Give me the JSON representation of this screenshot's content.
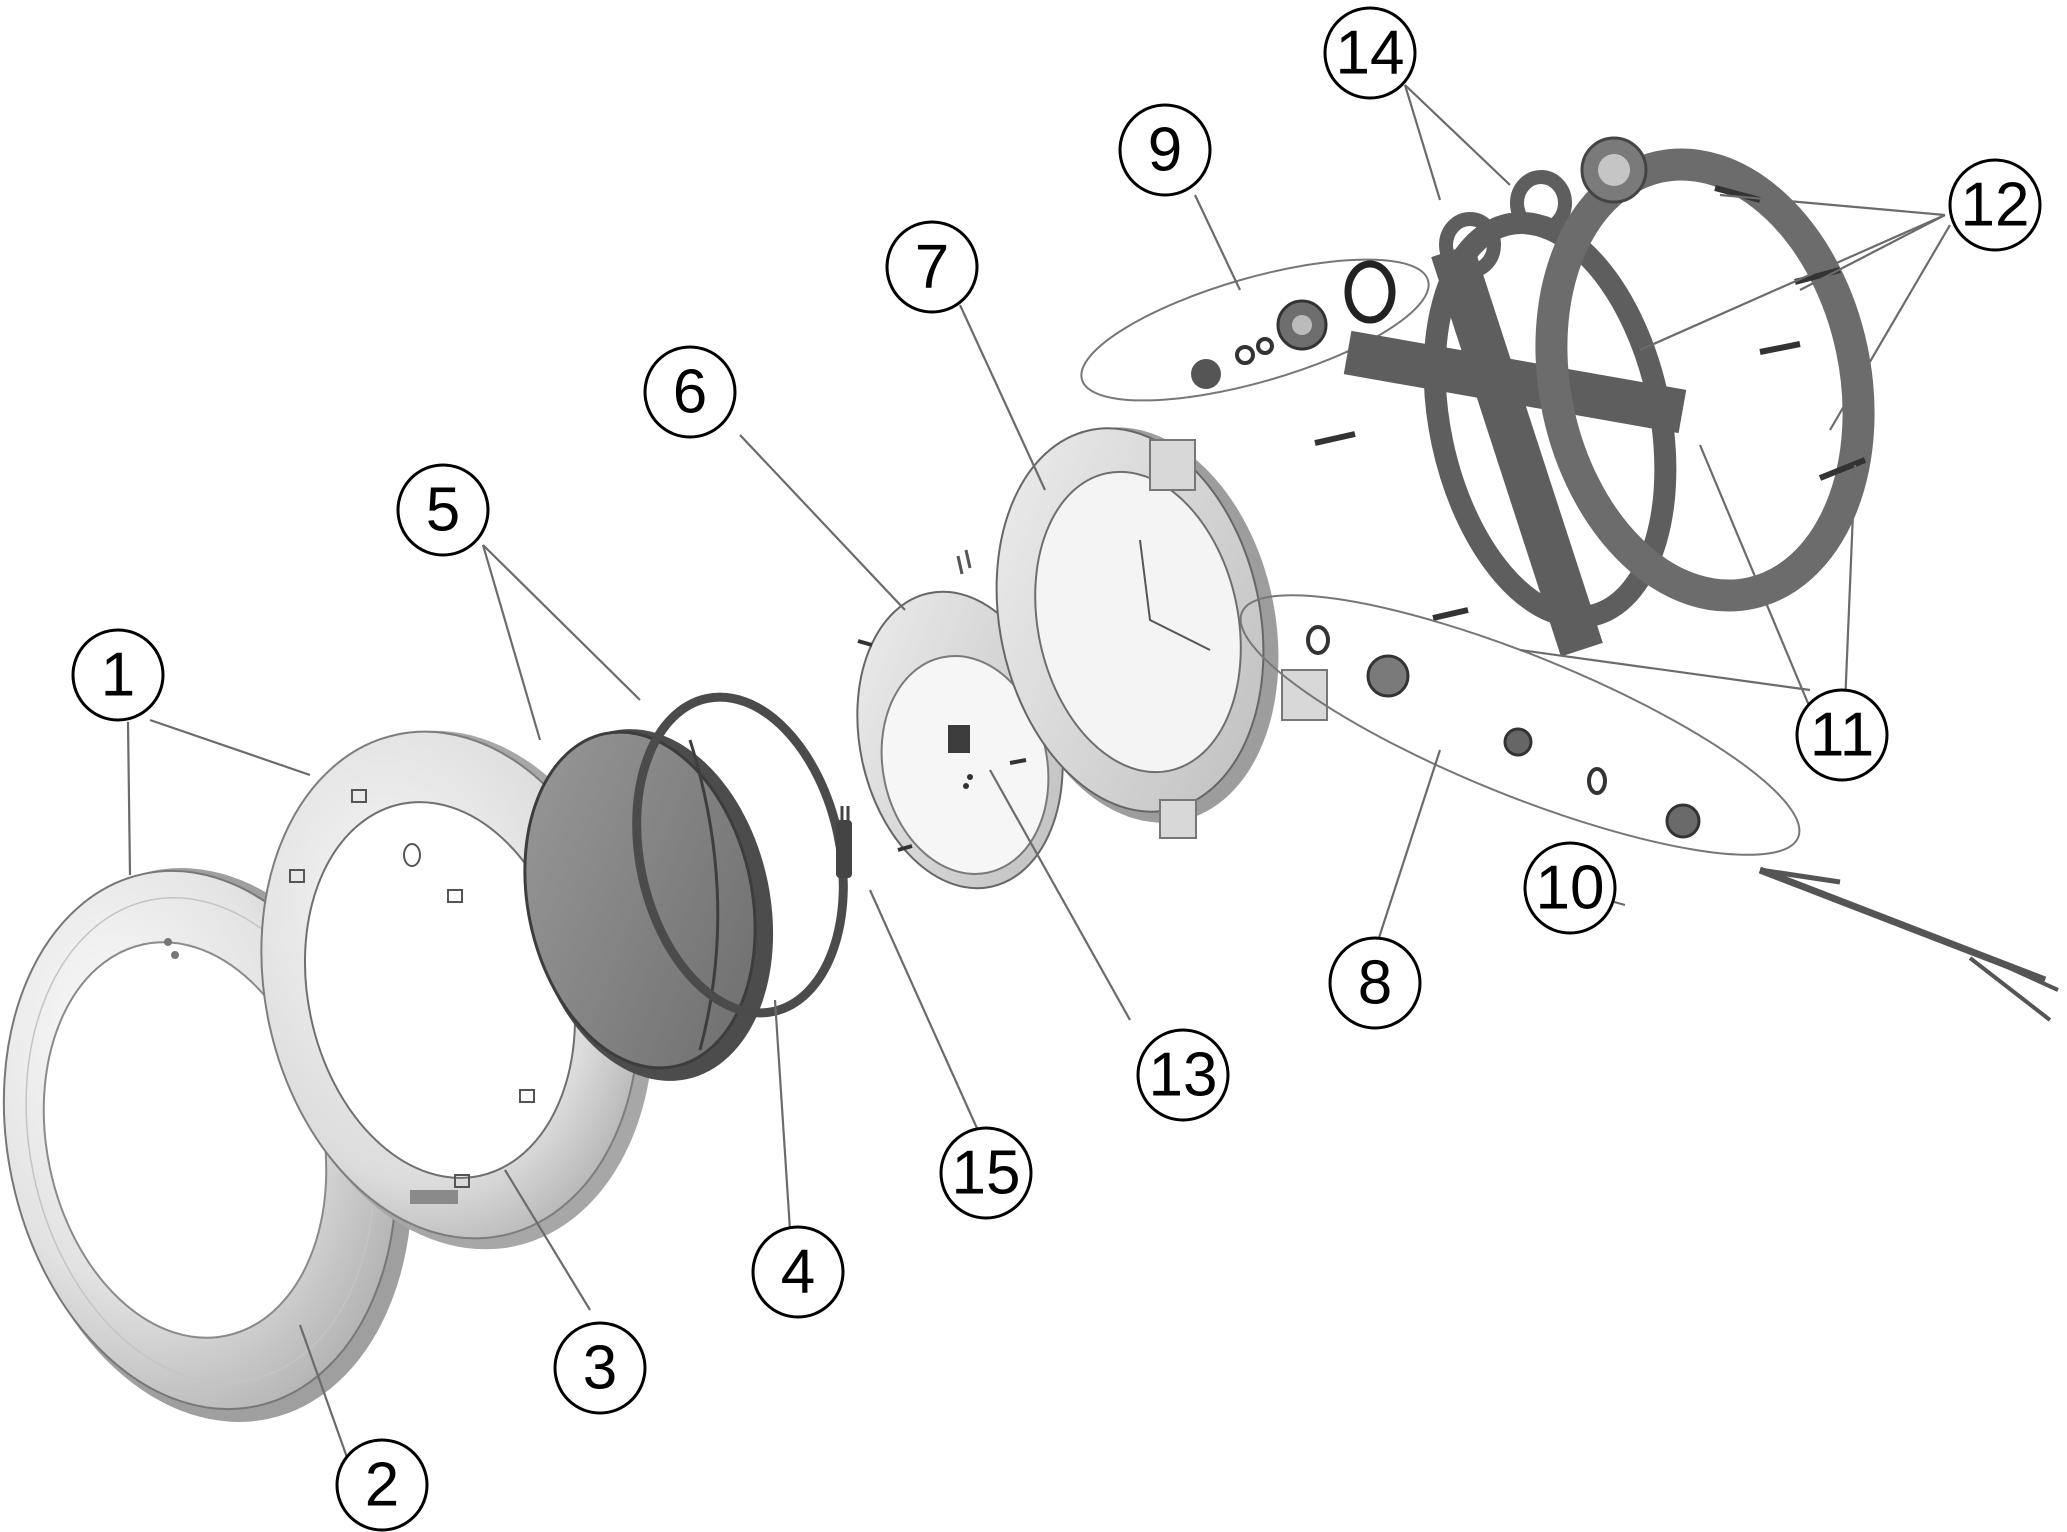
{
  "diagram": {
    "colors": {
      "background": "#ffffff",
      "outline": "#000000",
      "leader": "#6b6b6b",
      "part_light": "#e4e4e4",
      "part_mid": "#b9b9b9",
      "part_dark": "#5e5e5e"
    },
    "callouts": [
      {
        "id": "c1",
        "label": "1"
      },
      {
        "id": "c2",
        "label": "2"
      },
      {
        "id": "c3",
        "label": "3"
      },
      {
        "id": "c4",
        "label": "4"
      },
      {
        "id": "c5",
        "label": "5"
      },
      {
        "id": "c6",
        "label": "6"
      },
      {
        "id": "c7",
        "label": "7"
      },
      {
        "id": "c8",
        "label": "8"
      },
      {
        "id": "c9",
        "label": "9"
      },
      {
        "id": "c10",
        "label": "10"
      },
      {
        "id": "c11",
        "label": "11"
      },
      {
        "id": "c12",
        "label": "12"
      },
      {
        "id": "c13",
        "label": "13"
      },
      {
        "id": "c14",
        "label": "14"
      },
      {
        "id": "c15",
        "label": "15"
      }
    ]
  }
}
